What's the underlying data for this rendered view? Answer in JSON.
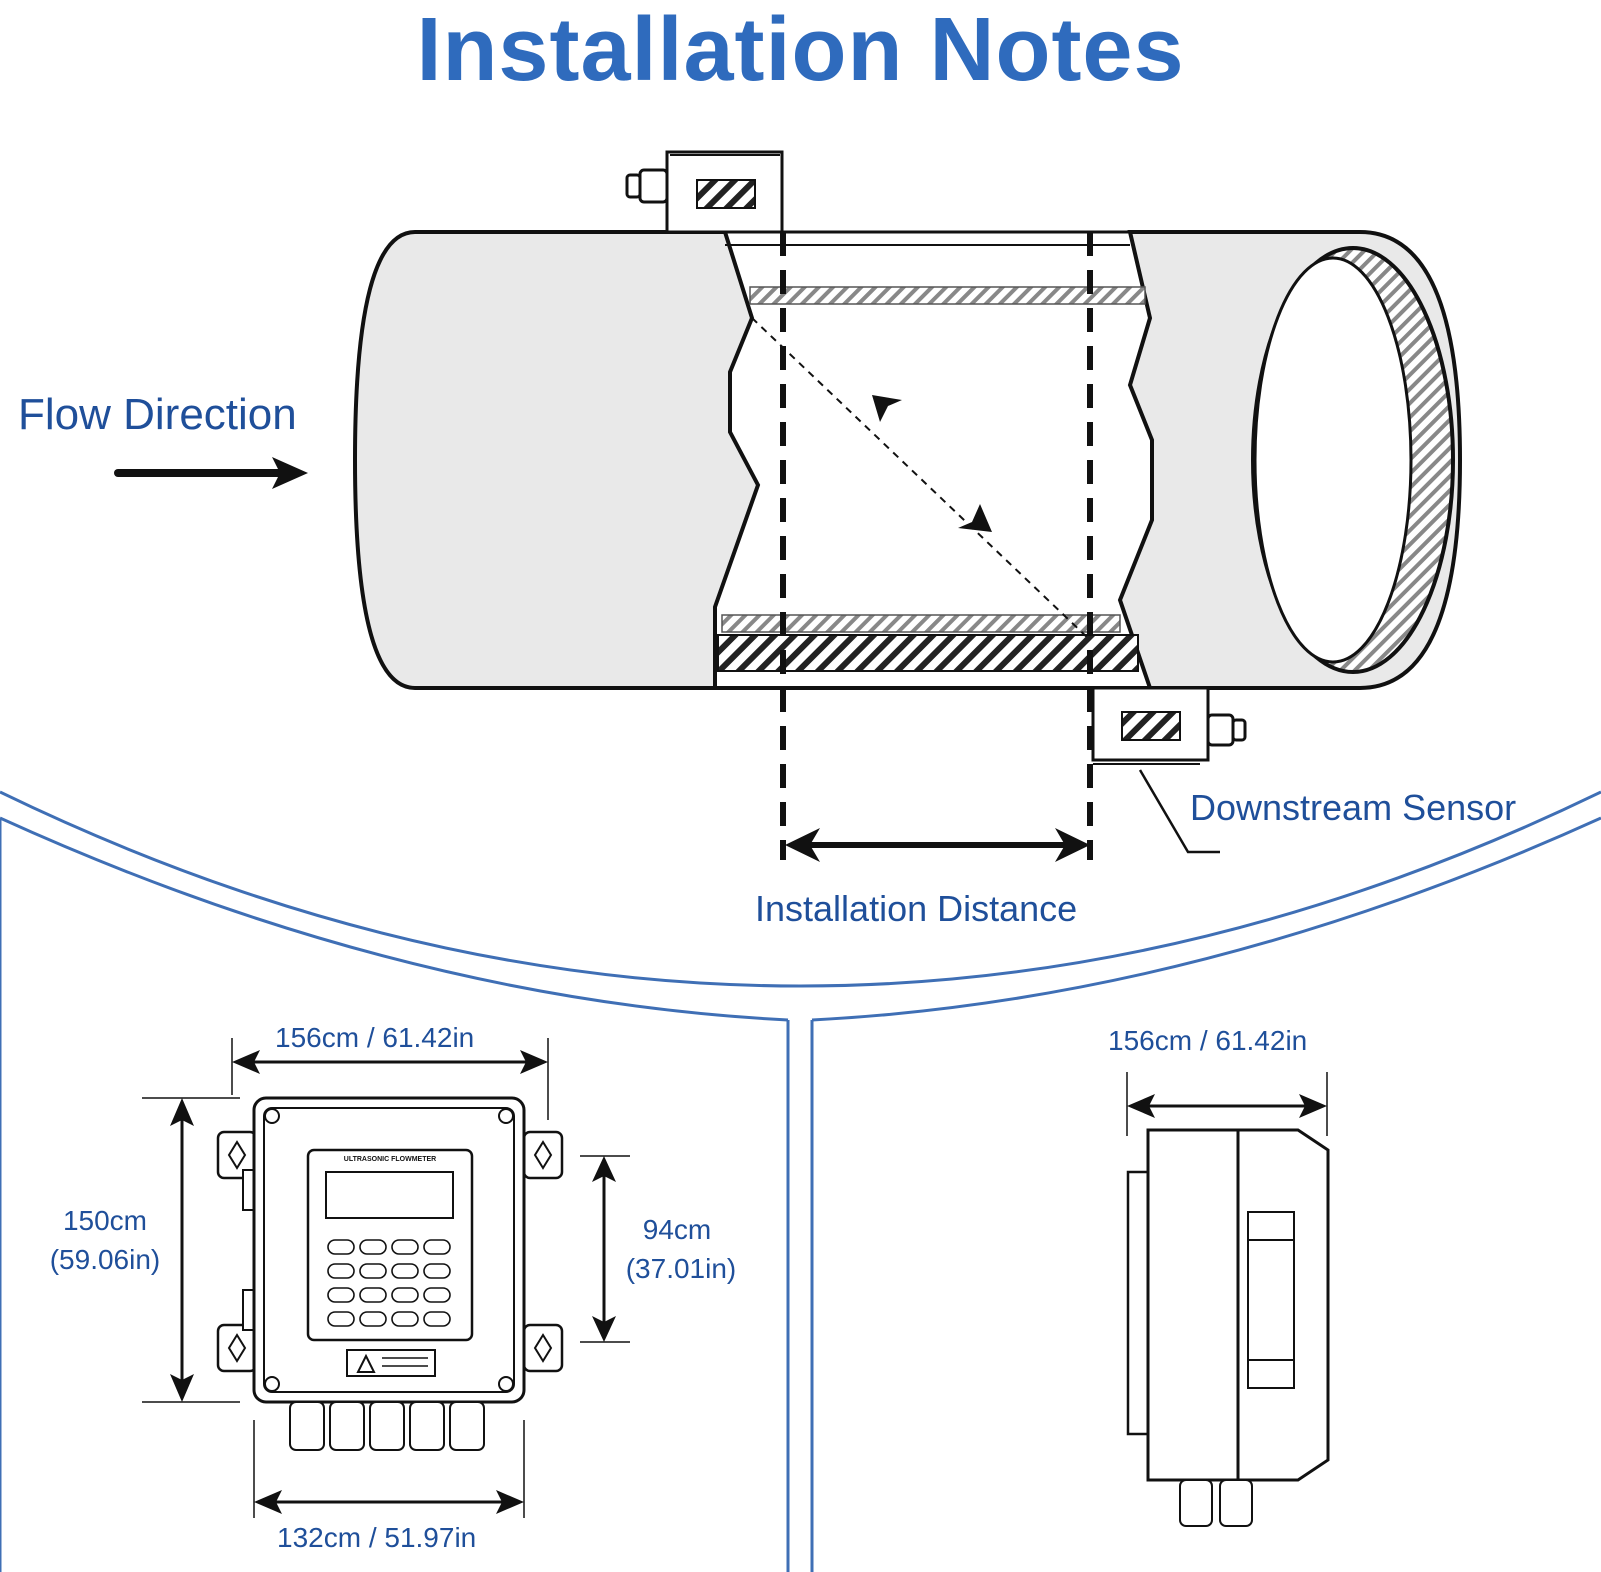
{
  "title": "Installation Notes",
  "pipe_diagram": {
    "flow_direction_label": "Flow Direction",
    "downstream_sensor_label": "Downstream Sensor",
    "installation_distance_label": "Installation Distance"
  },
  "front_view": {
    "top_width": "156cm / 61.42in",
    "height_line1": "150cm",
    "height_line2": "(59.06in)",
    "inner_height_line1": "94cm",
    "inner_height_line2": "(37.01in)",
    "bottom_width": "132cm / 51.97in",
    "panel_brand": "ULTRASONIC FLOWMETER"
  },
  "side_view": {
    "top_width": "156cm / 61.42in"
  },
  "colors": {
    "label_blue": "#1f4f9a",
    "title_blue": "#2f6bbd",
    "pipe_fill": "#e9e9e9",
    "outline": "#111111",
    "section_line": "#3f6fb5"
  }
}
